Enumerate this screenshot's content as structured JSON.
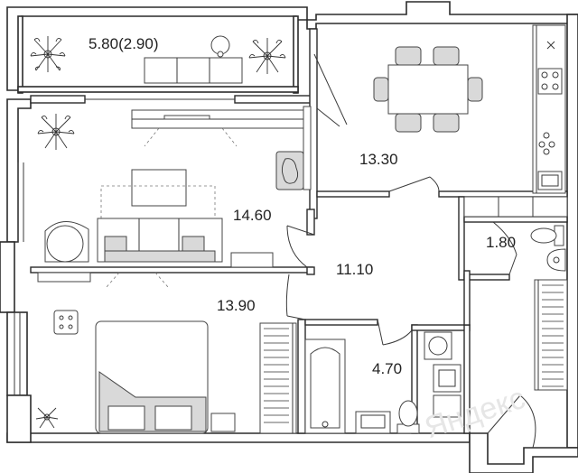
{
  "rooms": [
    {
      "id": "balcony",
      "area": "5.80(2.90)"
    },
    {
      "id": "kitchen",
      "area": "13.30"
    },
    {
      "id": "living",
      "area": "14.60"
    },
    {
      "id": "bath-small",
      "area": "1.80"
    },
    {
      "id": "hall",
      "area": "11.10"
    },
    {
      "id": "bedroom",
      "area": "13.90"
    },
    {
      "id": "bathroom",
      "area": "4.70"
    }
  ],
  "watermark": "Яндекс"
}
